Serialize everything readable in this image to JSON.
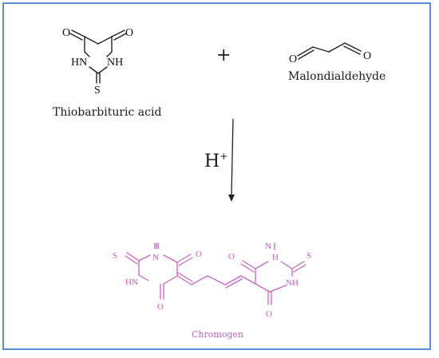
{
  "reactant_1": {
    "name": "Thiobarbituric acid",
    "atoms": {
      "o_left": "O",
      "o_right": "O",
      "n_left": "HN",
      "n_right": "NH",
      "s": "S"
    }
  },
  "plus_sign": "+",
  "reactant_2": {
    "name": "Malondialdehyde",
    "atoms": {
      "o_left": "O",
      "o_right": "O"
    }
  },
  "catalyst": {
    "label": "H",
    "superscript": "+"
  },
  "product": {
    "name": "Chromogen",
    "color": "#c966c4",
    "atoms": {
      "s_left": "S",
      "nh_top_left": "H",
      "n_top_left": "N",
      "o_left_top": "O",
      "hn_left": "HN",
      "o_left_bottom": "O",
      "o_right_top": "O",
      "n_top_right": "N",
      "nh_top_right": "H",
      "s_right": "S",
      "nh_right": "NH",
      "o_right_bottom": "O"
    }
  },
  "border_color": "#5b8ed6"
}
